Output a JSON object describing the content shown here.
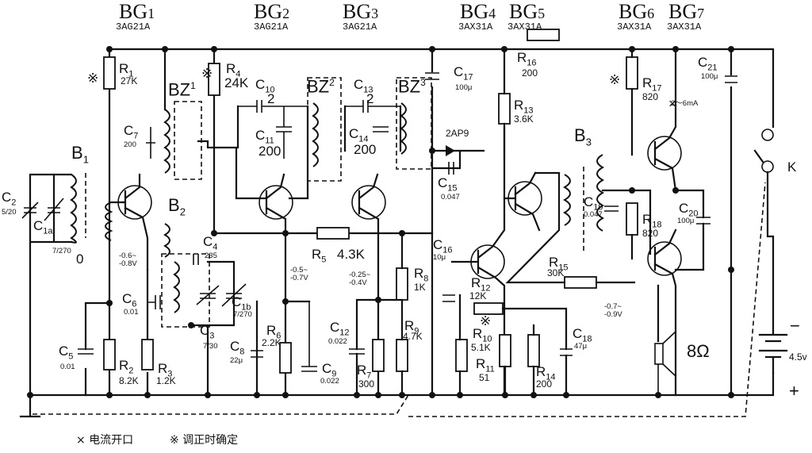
{
  "transistors": [
    {
      "id": "bg1",
      "name": "BG",
      "sub": "1",
      "type": "3AG21A"
    },
    {
      "id": "bg2",
      "name": "BG",
      "sub": "2",
      "type": "3AG21A"
    },
    {
      "id": "bg3",
      "name": "BG",
      "sub": "3",
      "type": "3AG21A"
    },
    {
      "id": "bg4",
      "name": "BG",
      "sub": "4",
      "type": "3AX31A"
    },
    {
      "id": "bg5",
      "name": "BG",
      "sub": "5",
      "type": "3AX31A"
    },
    {
      "id": "bg6",
      "name": "BG",
      "sub": "6",
      "type": "3AX31A"
    },
    {
      "id": "bg7",
      "name": "BG",
      "sub": "7",
      "type": "3AX31A"
    }
  ],
  "resistors": {
    "r1": {
      "name": "R",
      "sub": "1",
      "value": "27K"
    },
    "r2": {
      "name": "R",
      "sub": "2",
      "value": "8.2K"
    },
    "r3": {
      "name": "R",
      "sub": "3",
      "value": "1.2K"
    },
    "r4": {
      "name": "R",
      "sub": "4",
      "value": "24K"
    },
    "r5": {
      "name": "R",
      "sub": "5",
      "value": "4.3K"
    },
    "r6": {
      "name": "R",
      "sub": "6",
      "value": "2.2K"
    },
    "r7": {
      "name": "R",
      "sub": "7",
      "value": "300"
    },
    "r8": {
      "name": "R",
      "sub": "8",
      "value": "1K"
    },
    "r9": {
      "name": "R",
      "sub": "9",
      "value": "4.7K"
    },
    "r10": {
      "name": "R",
      "sub": "10",
      "value": "5.1K"
    },
    "r11": {
      "name": "R",
      "sub": "11",
      "value": "51"
    },
    "r12": {
      "name": "R",
      "sub": "12",
      "value": "12K"
    },
    "r13": {
      "name": "R",
      "sub": "13",
      "value": "3.6K"
    },
    "r14": {
      "name": "R",
      "sub": "14",
      "value": "200"
    },
    "r15": {
      "name": "R",
      "sub": "15",
      "value": "30K"
    },
    "r16": {
      "name": "R",
      "sub": "16",
      "value": "200"
    },
    "r17": {
      "name": "R",
      "sub": "17",
      "value": "820"
    },
    "r18": {
      "name": "R",
      "sub": "18",
      "value": "820"
    }
  },
  "capacitors": {
    "c1a": {
      "name": "C",
      "sub": "1a",
      "value": "7/270"
    },
    "c1b": {
      "name": "C",
      "sub": "1b",
      "value": "7/270"
    },
    "c2": {
      "name": "C",
      "sub": "2",
      "value": "5/20"
    },
    "c3": {
      "name": "C",
      "sub": "3",
      "value": "7/30"
    },
    "c4": {
      "name": "C",
      "sub": "4",
      "value": "235"
    },
    "c5": {
      "name": "C",
      "sub": "5",
      "value": "0.01"
    },
    "c6": {
      "name": "C",
      "sub": "6",
      "value": "0.01"
    },
    "c7": {
      "name": "C",
      "sub": "7",
      "value": "200"
    },
    "c8": {
      "name": "C",
      "sub": "8",
      "value": "22μ"
    },
    "c9": {
      "name": "C",
      "sub": "9",
      "value": "0.022"
    },
    "c10": {
      "name": "C",
      "sub": "10",
      "value": "2"
    },
    "c11": {
      "name": "C",
      "sub": "11",
      "value": "200"
    },
    "c12": {
      "name": "C",
      "sub": "12",
      "value": "0.022"
    },
    "c13": {
      "name": "C",
      "sub": "13",
      "value": "2"
    },
    "c14": {
      "name": "C",
      "sub": "14",
      "value": "200"
    },
    "c15": {
      "name": "C",
      "sub": "15",
      "value": "0.047"
    },
    "c16": {
      "name": "C",
      "sub": "16",
      "value": "10μ"
    },
    "c17": {
      "name": "C",
      "sub": "17",
      "value": "100μ"
    },
    "c18": {
      "name": "C",
      "sub": "18",
      "value": "47μ"
    },
    "c19": {
      "name": "C",
      "sub": "19",
      "value": "0.047"
    },
    "c20": {
      "name": "C",
      "sub": "20",
      "value": "100μ"
    },
    "c21": {
      "name": "C",
      "sub": "21",
      "value": "100μ"
    }
  },
  "coils": {
    "b1": {
      "name": "B",
      "sub": "1"
    },
    "b2": {
      "name": "B",
      "sub": "2"
    },
    "b3": {
      "name": "B",
      "sub": "3"
    },
    "bz1": {
      "name": "BZ",
      "sub": "1"
    },
    "bz2": {
      "name": "BZ",
      "sub": "2"
    },
    "bz3": {
      "name": "BZ",
      "sub": "3"
    }
  },
  "voltages": {
    "v1": "-0.6~\n-0.8V",
    "v2": "-0.5~\n-0.7V",
    "v3": "-0.25~\n-0.4V",
    "v4": "-0.7~\n-0.9V"
  },
  "misc": {
    "diode": "2AP9",
    "current": "2～6mA",
    "speaker": "8Ω",
    "switch": "K",
    "battery": "4.5v",
    "minus": "−",
    "plus": "+",
    "zero": "0",
    "mark_x": "×",
    "mark_ref": "※"
  },
  "legend": {
    "item1": "电流开口",
    "item2": "调正时确定"
  }
}
